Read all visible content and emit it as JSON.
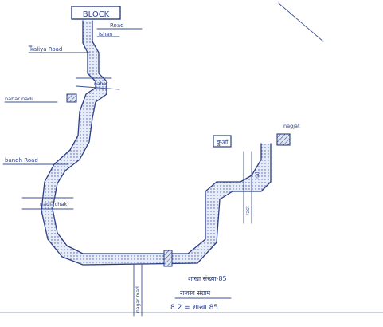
{
  "labels": {
    "block": "BLOCK",
    "road_right": "Road",
    "ishan": "ishan",
    "left_road": "kaliya Road",
    "nahar": "nahar",
    "left_mid": "nahar nadi",
    "west_road": "bandh Road",
    "nadi_label": "nadi (chak)",
    "kuan": "कुआं",
    "right_top": "nagjat",
    "right_vertical_1": "rast",
    "right_vertical_2": "nal",
    "bottom_vertical": "nagar road",
    "caption_line1": "शाखा संख्या-85",
    "caption_line2": "राजस्व संग्राम",
    "caption_line3": "8.2 = शाखा 85"
  },
  "colors": {
    "ink": "#2b3f86",
    "paper": "#ffffff",
    "fill": "#c9d3ea"
  }
}
